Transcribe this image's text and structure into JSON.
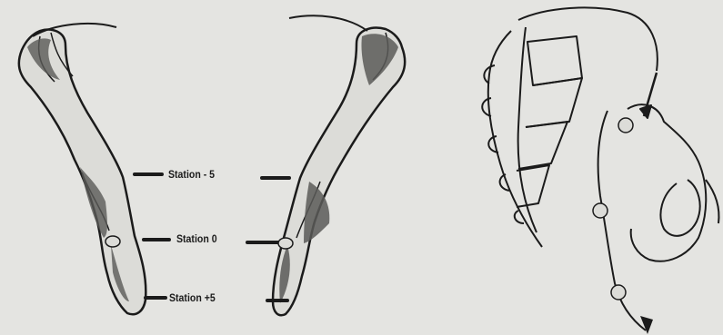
{
  "labels": {
    "station_minus5": "Station - 5",
    "station_0": "Station 0",
    "station_plus5": "Station +5"
  },
  "colors": {
    "background": "#e4e4e1",
    "ink": "#1b1b1b",
    "shading": "#5a5a58"
  },
  "icons": {
    "left_figure": "pelvis-cross-section-drawing",
    "right_figure": "pelvis-lateral-curve-drawing"
  }
}
